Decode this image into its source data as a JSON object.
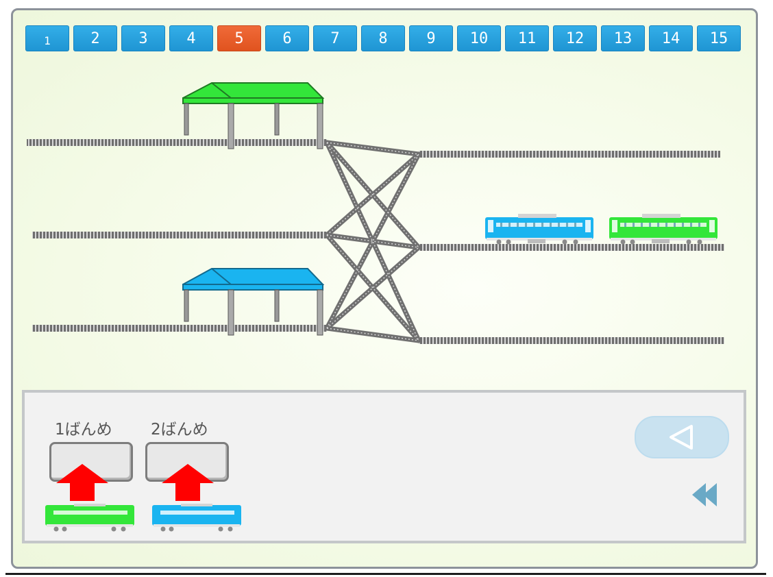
{
  "level_selector": {
    "levels": [
      "1",
      "2",
      "3",
      "4",
      "5",
      "6",
      "7",
      "8",
      "9",
      "10",
      "11",
      "12",
      "13",
      "14",
      "15"
    ],
    "current": "5"
  },
  "stations": [
    {
      "name": "green-station",
      "color": "#33e63a"
    },
    {
      "name": "blue-station",
      "color": "#1ab4f0"
    }
  ],
  "trains_on_track": [
    {
      "color": "blue",
      "track": 2
    },
    {
      "color": "green",
      "track": 2
    }
  ],
  "answer_panel": {
    "slot_labels": [
      "1ばんめ",
      "2ばんめ"
    ],
    "train_choices": [
      "green",
      "blue"
    ]
  },
  "colors": {
    "green": "#33e63a",
    "blue": "#1ab4f0",
    "active_tab": "#e9602d",
    "tab": "#28a3e0",
    "arrow": "#ff0000"
  }
}
